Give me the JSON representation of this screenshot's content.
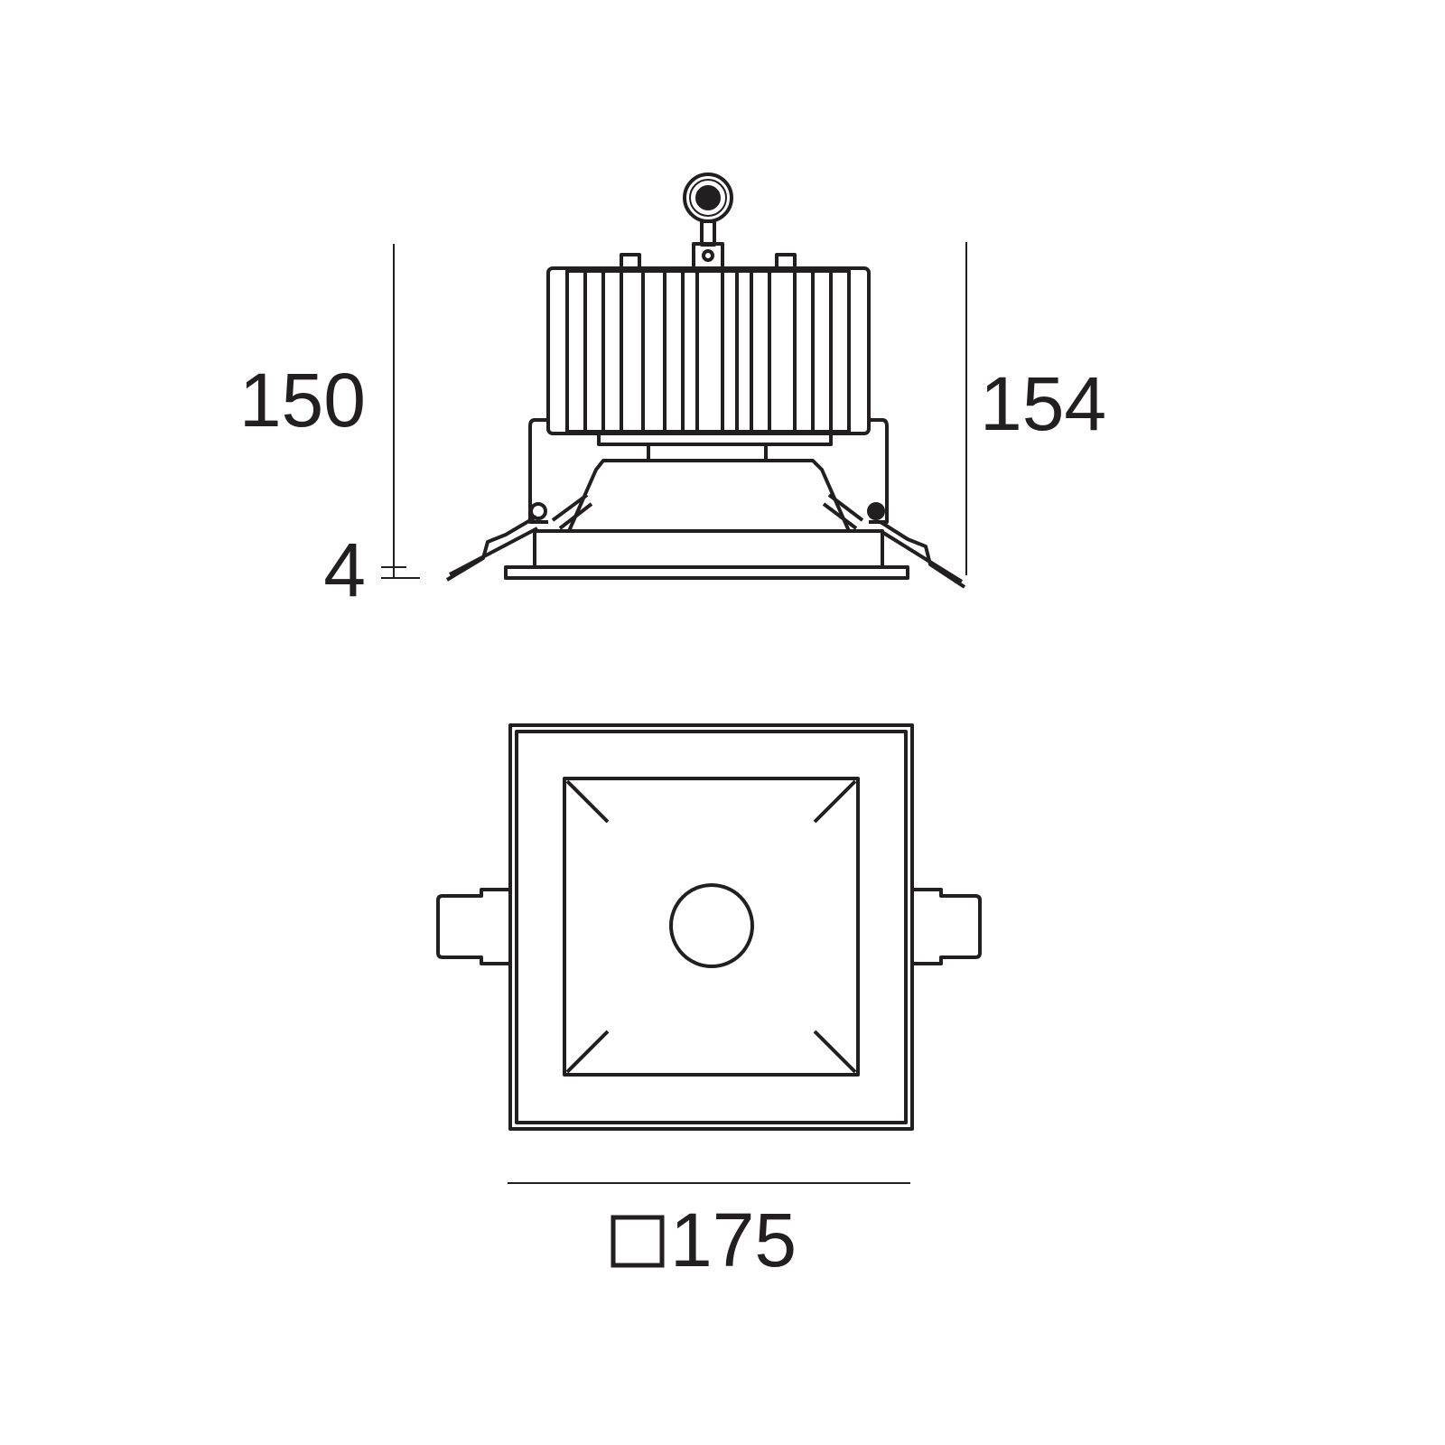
{
  "dimensions": {
    "height_body": "150",
    "height_trim": "4",
    "height_total": "154",
    "width_square": "175",
    "square_symbol": "□"
  },
  "colors": {
    "line": "#231f20",
    "background": "#ffffff"
  }
}
